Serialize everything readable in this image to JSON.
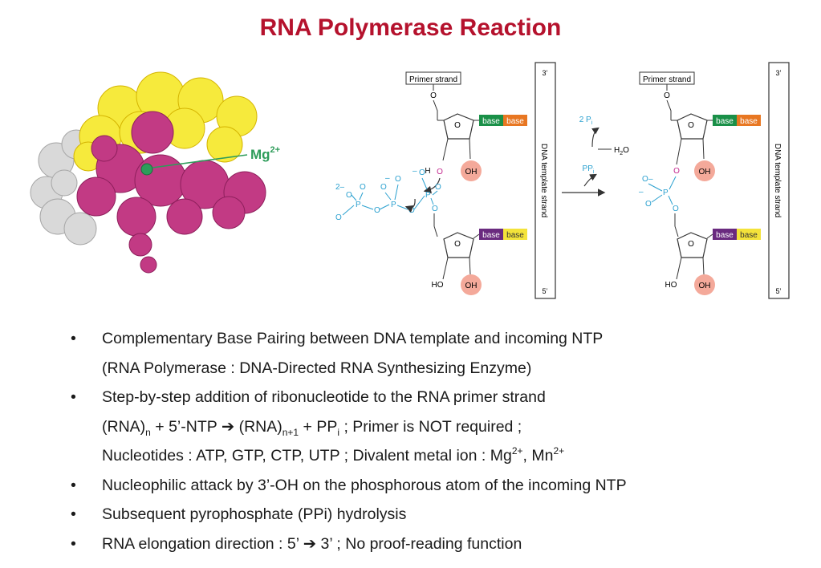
{
  "title": "RNA Polymerase Reaction",
  "protein_label": {
    "base": "Mg",
    "sup": "2+"
  },
  "diagram": {
    "primer_strand": "Primer strand",
    "dna_template_strand": "DNA template strand",
    "three_prime": "3’",
    "five_prime": "5’",
    "base": "base",
    "oh": "OH",
    "ho": "HO",
    "o": "O",
    "p": "P",
    "h": "H",
    "minus": "–",
    "two_minus": "2–",
    "two_pi": "2 P",
    "pi_sub": "i",
    "ppi": "PP",
    "h2o_h": "H",
    "h2o_sub": "2",
    "h2o_o": "O"
  },
  "colors": {
    "title": "#b5122d",
    "base_green": "#1a9048",
    "base_orange": "#e87722",
    "base_purple": "#6a2a7f",
    "base_yellow": "#f4e33a",
    "oh_circle": "#f4a99a",
    "phosphate_blue": "#2aa0cf",
    "attack_oxygen": "#c4288e",
    "protein_magenta": "#c23a84",
    "protein_yellow": "#f6ea3c",
    "protein_gray": "#d9d9d9",
    "mg_green": "#2e9c5a"
  },
  "bullets": {
    "marker": "•",
    "b1_l1": "Complementary Base Pairing between DNA template and incoming NTP",
    "b1_l2": "(RNA Polymerase : DNA-Directed RNA Synthesizing Enzyme)",
    "b2_l1": "Step-by-step addition of ribonucleotide to the RNA primer strand",
    "b2_l2": {
      "rna1": "(RNA)",
      "sub_n": "n",
      "plus_ntp": " + 5’-NTP ",
      "arrow": "➔",
      "rna2": " (RNA)",
      "sub_n1": "n+1",
      "plus_pp": " + PP",
      "sub_i": "i",
      "rest": " ; Primer is NOT required ;"
    },
    "b2_l3": {
      "text": "Nucleotides : ATP, GTP, CTP, UTP ; Divalent metal ion : Mg",
      "sup1": "2+",
      "mid": ", Mn",
      "sup2": "2+"
    },
    "b3_l1": "Nucleophilic attack by 3’-OH on the phosphorous atom of the incoming NTP",
    "b4_l1": "Subsequent pyrophosphate (PPi) hydrolysis",
    "b5_l1": {
      "text": "RNA elongation direction : 5’ ",
      "arrow": "➔",
      "rest": " 3’ ; No proof-reading function"
    }
  }
}
